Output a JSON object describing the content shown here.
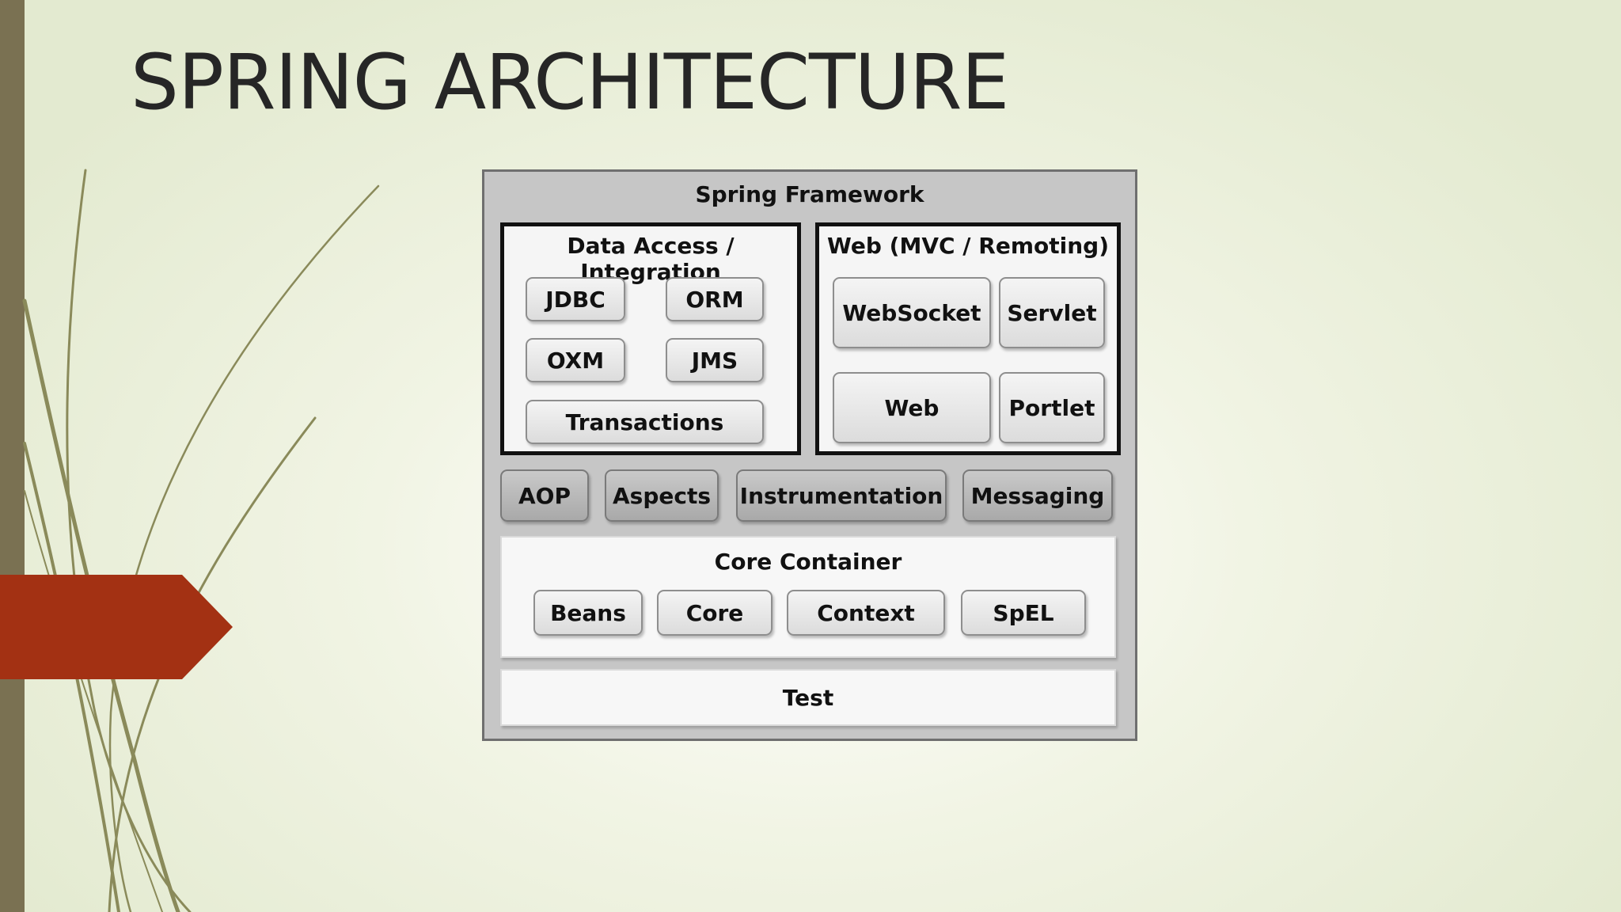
{
  "slide": {
    "title": "SPRING ARCHITECTURE",
    "colors": {
      "left_bar": "#7a7152",
      "arrow": "#a33113",
      "decor_lines": "#8a8a5a"
    }
  },
  "diagram": {
    "framework_label": "Spring Framework",
    "data_access": {
      "title": "Data Access / Integration",
      "modules": [
        "JDBC",
        "ORM",
        "OXM",
        "JMS",
        "Transactions"
      ]
    },
    "web": {
      "title": "Web (MVC / Remoting)",
      "modules": [
        "WebSocket",
        "Servlet",
        "Web",
        "Portlet"
      ]
    },
    "middle_modules": [
      "AOP",
      "Aspects",
      "Instrumentation",
      "Messaging"
    ],
    "core_container": {
      "title": "Core Container",
      "modules": [
        "Beans",
        "Core",
        "Context",
        "SpEL"
      ]
    },
    "test_label": "Test"
  }
}
